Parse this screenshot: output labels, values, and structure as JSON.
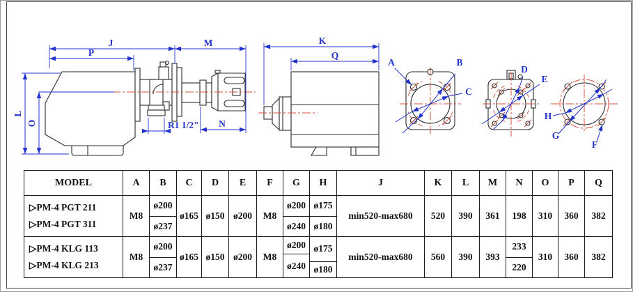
{
  "drawing": {
    "dims": {
      "J": "J",
      "P": "P",
      "M": "M",
      "L": "L",
      "O": "O",
      "N": "N",
      "K": "K",
      "Q": "Q",
      "R1": "R1 1/2\""
    },
    "flange_labels": {
      "A": "A",
      "B": "B",
      "C": "C",
      "D": "D",
      "E": "E",
      "F": "F",
      "G": "G",
      "H": "H"
    },
    "colors": {
      "dimension": "#2233cc",
      "centerline": "#d4503c",
      "outline": "#2b2b2b"
    }
  },
  "table": {
    "headers": [
      "MODEL",
      "A",
      "B",
      "C",
      "D",
      "E",
      "F",
      "G",
      "H",
      "J",
      "K",
      "L",
      "M",
      "N",
      "O",
      "P",
      "Q"
    ],
    "rows": [
      {
        "models": [
          "▷PM-4 PGT 211",
          "▷PM-4 PGT 311"
        ],
        "A": "M8",
        "B": [
          "ø200",
          "ø237"
        ],
        "C": "ø165",
        "D": "ø150",
        "E": "ø200",
        "F": "M8",
        "G": [
          "ø200",
          "ø240"
        ],
        "H": [
          "ø175",
          "ø180"
        ],
        "J": "min520-max680",
        "K": "520",
        "L": "390",
        "M": "361",
        "N": "198",
        "O": "310",
        "P": "360",
        "Q": "382"
      },
      {
        "models": [
          "▷PM-4 KLG 113",
          "▷PM-4 KLG 213"
        ],
        "A": "M8",
        "B": [
          "ø200",
          "ø237"
        ],
        "C": "ø165",
        "D": "ø150",
        "E": "ø200",
        "F": "M8",
        "G": [
          "ø200",
          "ø240"
        ],
        "H": [
          "ø175",
          "ø180"
        ],
        "J": "min520-max680",
        "K": "560",
        "L": "390",
        "M": "393",
        "N": [
          "233",
          "220"
        ],
        "O": "310",
        "P": "360",
        "Q": "382"
      }
    ]
  }
}
